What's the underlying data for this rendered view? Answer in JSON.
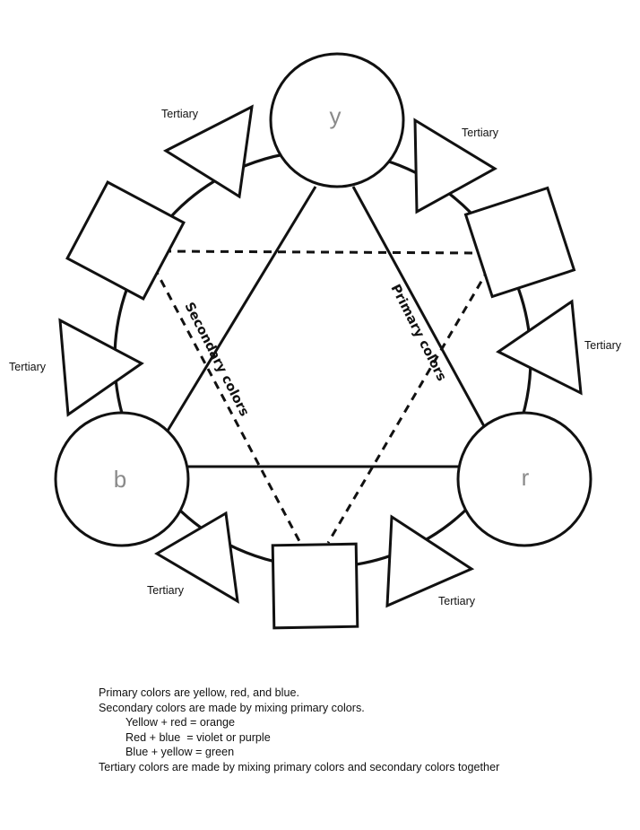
{
  "primaries": [
    {
      "id": "yellow",
      "letter": "y"
    },
    {
      "id": "blue",
      "letter": "b"
    },
    {
      "id": "red",
      "letter": "r"
    }
  ],
  "tertiary_label": "Tertiary",
  "labels": {
    "secondary": "Secondary colors",
    "primary": "Primary colors"
  },
  "notes": [
    "Primary colors are yellow, red, and blue.",
    "Secondary colors are made by mixing primary colors.",
    "Yellow + red = orange",
    "Red + blue  = violet or purple",
    "Blue + yellow = green",
    "Tertiary colors are made by mixing primary colors and secondary colors together"
  ]
}
